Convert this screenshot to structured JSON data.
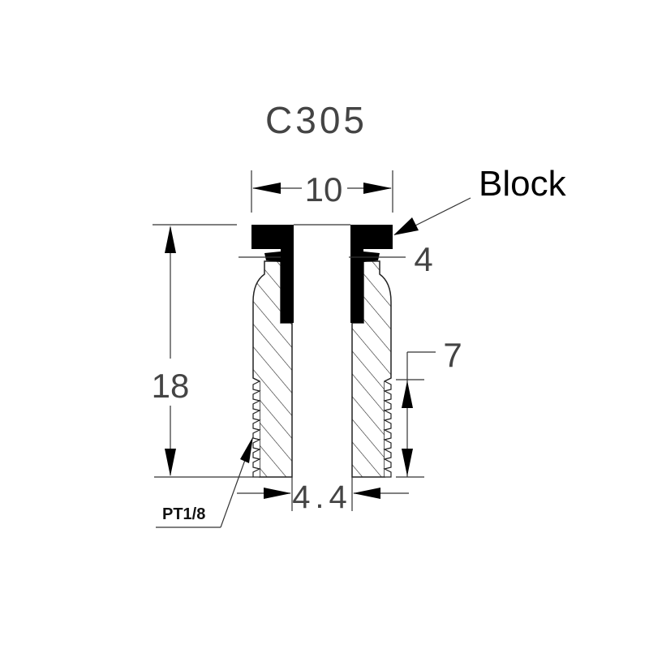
{
  "drawing": {
    "title": "C305",
    "colors": {
      "background": "#ffffff",
      "ink": "#000000",
      "dimension_line": "#222222"
    },
    "callouts": {
      "block_label": "Block",
      "thread_label": "PT1/8"
    },
    "dimensions": {
      "top_width": "10",
      "overall_height": "18",
      "block_step": "4",
      "thread_length": "7",
      "bore_diameter": "4.4"
    }
  }
}
